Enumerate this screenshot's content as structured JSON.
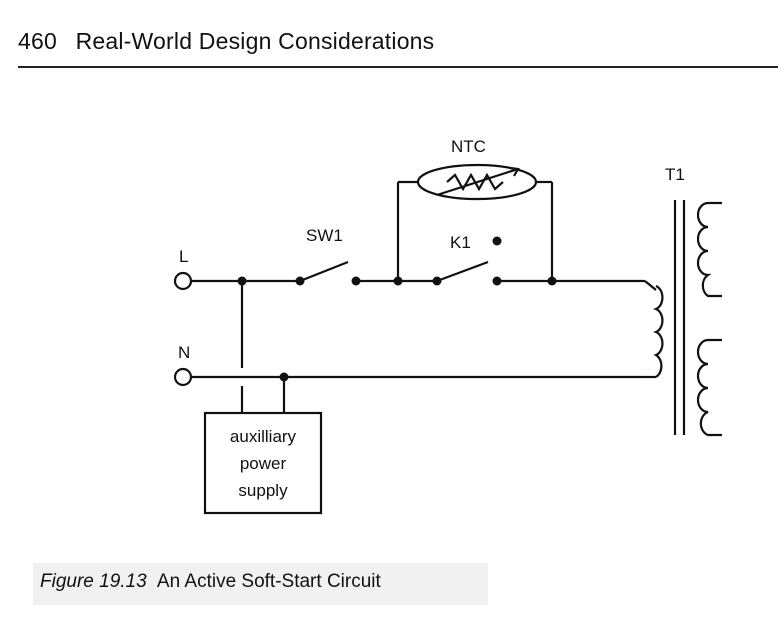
{
  "header": {
    "page_number": "460",
    "running_title": "Real-World Design Considerations"
  },
  "diagram": {
    "labels": {
      "line": "L",
      "neutral": "N",
      "switch": "SW1",
      "relay": "K1",
      "thermistor": "NTC",
      "transformer": "T1"
    },
    "supply_box": [
      "auxilliary",
      "power",
      "supply"
    ]
  },
  "caption": {
    "figure": "Figure 19.13",
    "text": "An Active Soft-Start Circuit"
  }
}
